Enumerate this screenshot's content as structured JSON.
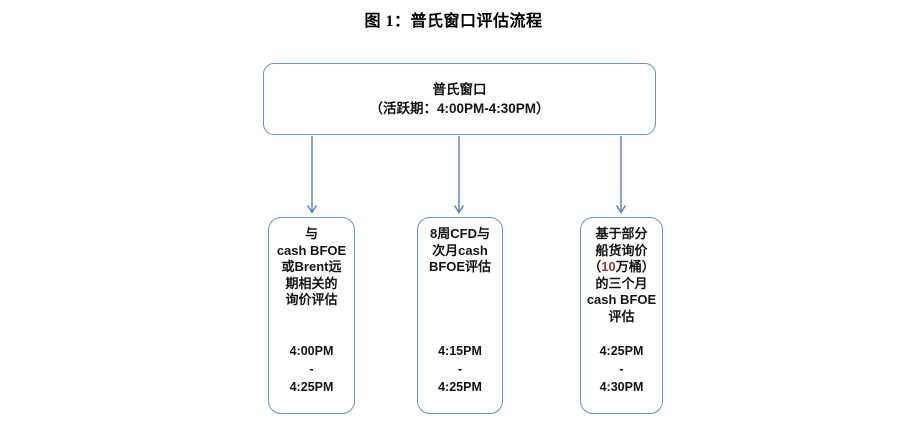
{
  "figure": {
    "title": "图 1：普氏窗口评估流程"
  },
  "colors": {
    "box_border": "#6b93c4",
    "arrow": "#4f81bd",
    "text": "#141414",
    "highlight_number": "#8a4030"
  },
  "top_node": {
    "lines": [
      "普氏窗口",
      "（活跃期：4:00PM-4:30PM）"
    ]
  },
  "branches": [
    {
      "content_lines": [
        "与",
        "cash BFOE",
        "或Brent远",
        "期相关的",
        "询价评估"
      ],
      "time_start": "4:00PM",
      "time_separator": "-",
      "time_end": "4:25PM"
    },
    {
      "content_lines": [
        "8周CFD与",
        "次月cash",
        "BFOE评估"
      ],
      "time_start": "4:15PM",
      "time_separator": "-",
      "time_end": "4:25PM"
    },
    {
      "content_lines": [
        "基于部分",
        "船货询价",
        [
          {
            "t": "（"
          },
          {
            "t": "10",
            "c": "#8a4030"
          },
          {
            "t": "万桶）"
          }
        ],
        "的三个月",
        "cash BFOE",
        "评估"
      ],
      "time_start": "4:25PM",
      "time_separator": "-",
      "time_end": "4:30PM"
    }
  ]
}
